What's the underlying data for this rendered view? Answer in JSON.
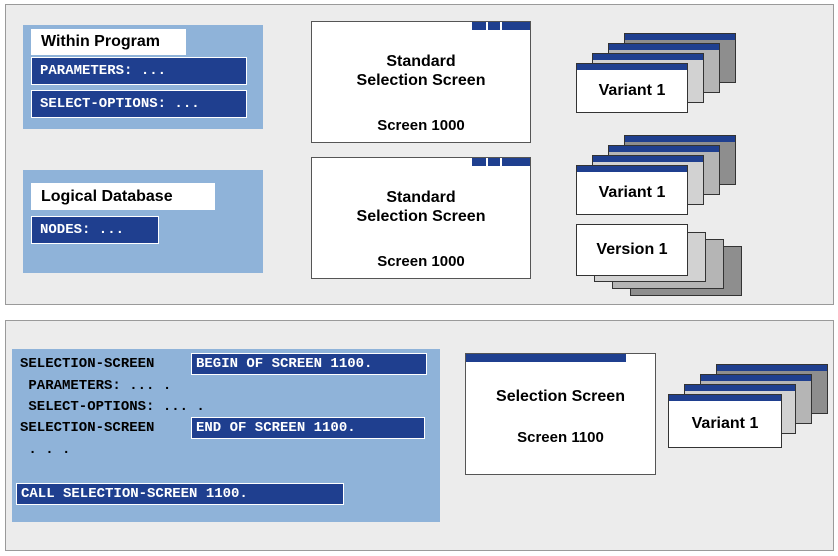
{
  "top_panel": {
    "within_program": {
      "label": "Within Program",
      "parameters": "PARAMETERS: ...",
      "select_options": "SELECT-OPTIONS: ..."
    },
    "logical_database": {
      "label": "Logical Database",
      "nodes": "NODES: ..."
    },
    "screen_1": {
      "title": "Standard Selection Screen",
      "number": "Screen 1000"
    },
    "screen_2": {
      "title": "Standard Selection Screen",
      "number": "Screen 1000"
    },
    "variant_1": "Variant  1",
    "variant_2": "Variant  1",
    "version_1": "Version 1"
  },
  "bottom_panel": {
    "code": {
      "line1_prefix": "SELECTION-SCREEN",
      "line1_highlight": "BEGIN OF SCREEN 1100.",
      "line2": " PARAMETERS: ... .",
      "line3": " SELECT-OPTIONS: ... .",
      "line4_prefix": "SELECTION-SCREEN",
      "line4_highlight": "END OF SCREEN 1100.",
      "line5": " . . .",
      "line6": "CALL SELECTION-SCREEN 1100."
    },
    "screen": {
      "title": "Selection Screen",
      "number": "Screen 1100"
    },
    "variant": "Variant  1"
  },
  "colors": {
    "panel_background": "#ececec",
    "blue_box": "#8fb3d9",
    "dark_blue": "#1f3f8f",
    "card_gray_1": "#d2d2d2",
    "card_gray_2": "#b5b5b5",
    "card_gray_3": "#8e8e8e"
  }
}
